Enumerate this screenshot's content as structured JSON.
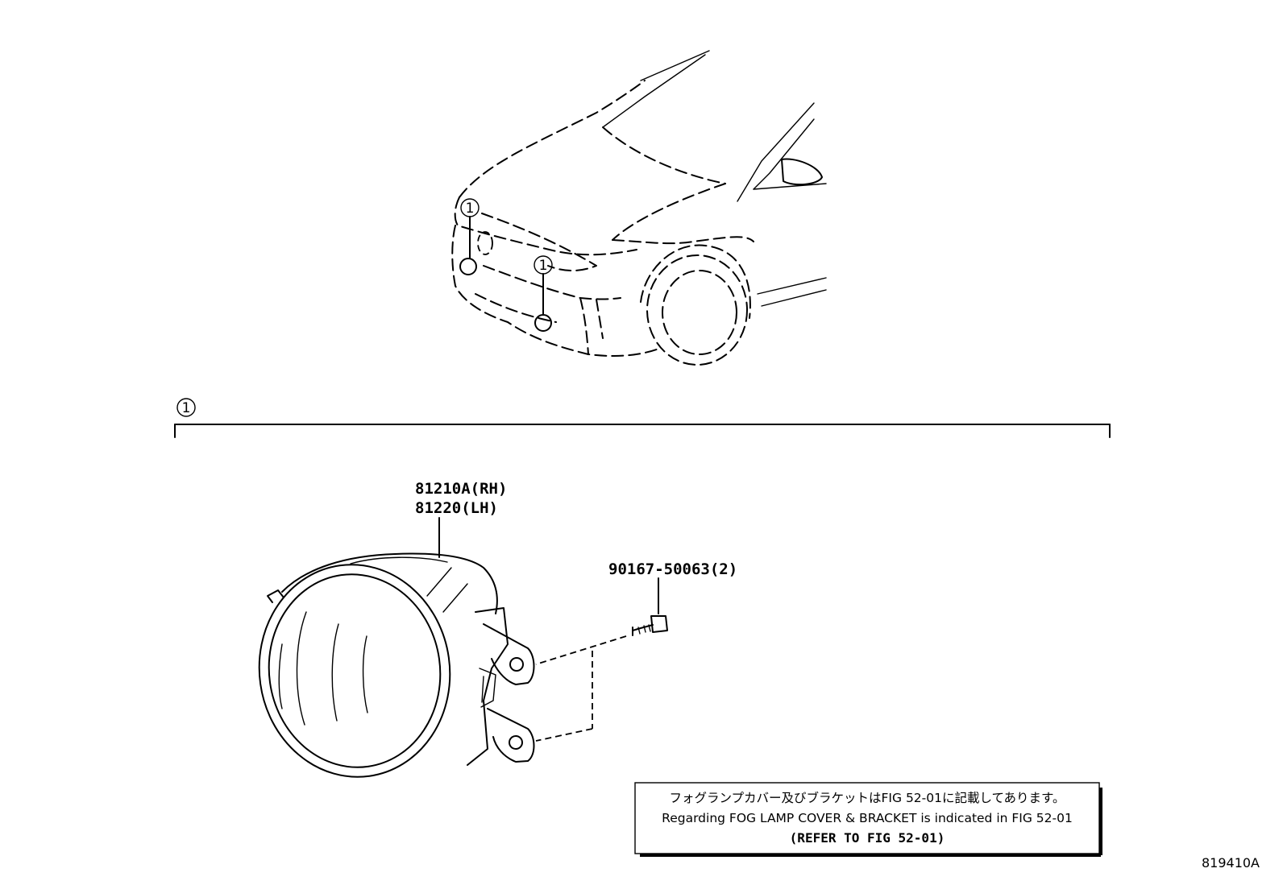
{
  "callouts": {
    "car_callout_1": "1",
    "car_callout_2": "1",
    "section_callout": "1"
  },
  "parts": {
    "fog_lamp_rh": "81210A(RH)",
    "fog_lamp_lh": "81220(LH)",
    "screw": "90167-50063(2)"
  },
  "note": {
    "japanese": "フォグランプカバー及びブラケットはFIG 52-01に記載してあります。",
    "english": "Regarding FOG LAMP COVER & BRACKET is indicated in FIG 52-01",
    "refer": "(REFER TO FIG 52-01)"
  },
  "figure_id": "819410A"
}
